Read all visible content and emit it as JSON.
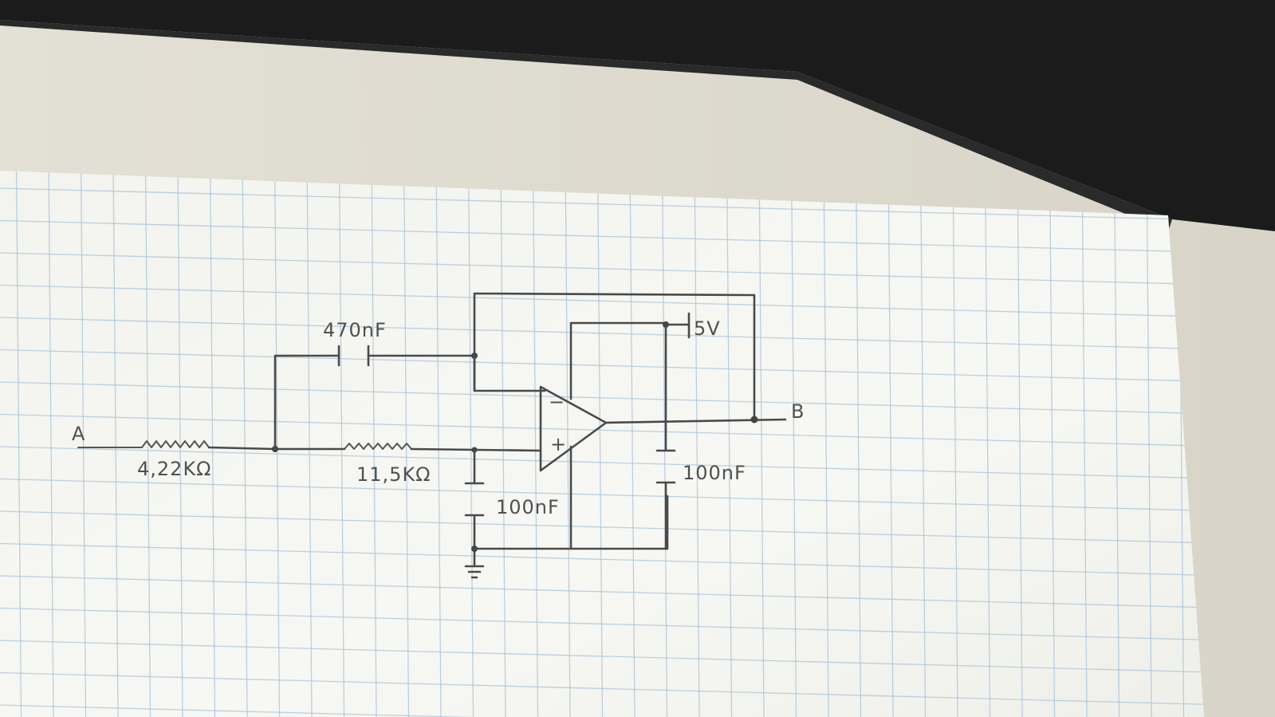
{
  "colors": {
    "desk": "#1c1c1c",
    "paper": "#f6f6f2",
    "grid": "#a9c3d6",
    "pencil": "#4a4a4a"
  },
  "diagram": {
    "type": "circuit-schematic",
    "nodes": {
      "input": "A",
      "output": "B"
    },
    "components": {
      "input_resistor": "4,22KΩ",
      "series_resistor": "11,5KΩ",
      "feedback_capacitor": "470nF",
      "input_shunt_capacitor": "100nF",
      "supply_decoupling_capacitor": "100nF",
      "supply": "5V"
    },
    "opamp": {
      "inverting": "−",
      "non_inverting": "+"
    }
  }
}
